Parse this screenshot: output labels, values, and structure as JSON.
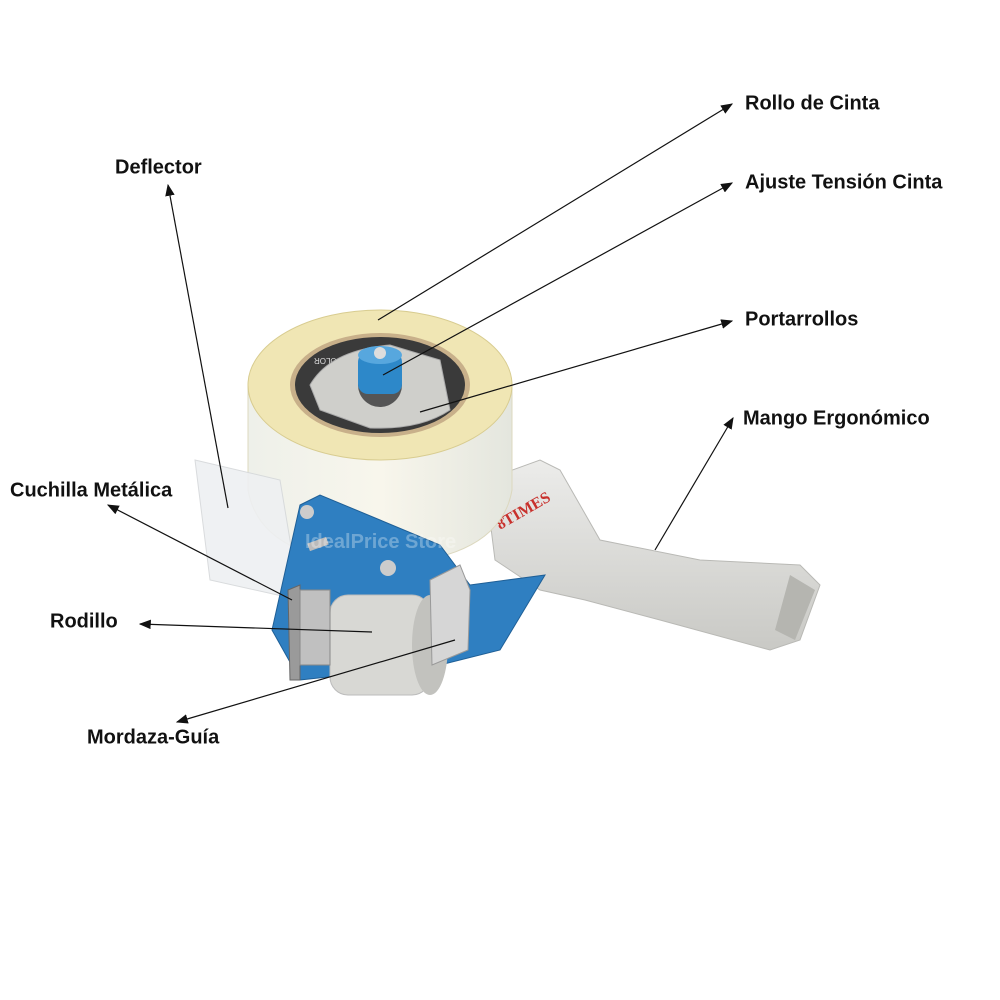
{
  "labels": {
    "rollo": "Rollo de Cinta",
    "ajuste": "Ajuste Tensión Cinta",
    "portarrollos": "Portarrollos",
    "mango": "Mango Ergonómico",
    "deflector": "Deflector",
    "cuchilla": "Cuchilla Metálica",
    "rodillo": "Rodillo",
    "mordaza": "Mordaza-Guía"
  },
  "brand": "8TIMES",
  "watermark": "IdealPrice Store",
  "core_print": "SUPERCOLOR",
  "colors": {
    "blue": "#2f7fc1",
    "handle": "#dcdcd8",
    "tape": "#efe6b8",
    "brand_red": "#c8302c"
  }
}
